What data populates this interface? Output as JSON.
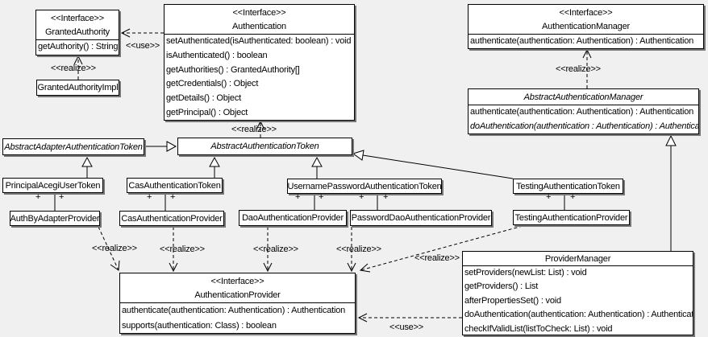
{
  "stereo": {
    "interface": "<<Interface>>",
    "use": "<<use>>",
    "realize": "<<realize>>",
    "plus": "+"
  },
  "classes": {
    "granted_authority": {
      "stereotype": "<<Interface>>",
      "name": "GrantedAuthority",
      "methods": [
        "getAuthority() : String"
      ]
    },
    "granted_authority_impl": {
      "name": "GrantedAuthorityImpl"
    },
    "authentication": {
      "stereotype": "<<Interface>>",
      "name": "Authentication",
      "methods": [
        "setAuthenticated(isAuthenticated: boolean) : void",
        "isAuthenticated() : boolean",
        "getAuthorities() : GrantedAuthority[]",
        "getCredentials() : Object",
        "getDetails() : Object",
        "getPrincipal() : Object"
      ]
    },
    "authentication_manager": {
      "stereotype": "<<Interface>>",
      "name": "AuthenticationManager",
      "methods": [
        "authenticate(authentication: Authentication) : Authentication"
      ]
    },
    "abstract_authentication_manager": {
      "name": "AbstractAuthenticationManager",
      "methods": [
        "authenticate(authentication: Authentication) : Authentication",
        "doAuthentication(authentication : Authentication) : Authentication"
      ]
    },
    "abstract_adapter_authentication_token": {
      "name": "AbstractAdapterAuthenticationToken"
    },
    "abstract_authentication_token": {
      "name": "AbstractAuthenticationToken"
    },
    "principal_acegi_user_token": {
      "name": "PrincipalAcegiUserToken"
    },
    "cas_authentication_token": {
      "name": "CasAuthenticationToken"
    },
    "username_password_authentication_token": {
      "name": "UsernamePasswordAuthenticationToken"
    },
    "testing_authentication_token": {
      "name": "TestingAuthenticationToken"
    },
    "auth_by_adapter_provider": {
      "name": "AuthByAdapterProvider"
    },
    "cas_authentication_provider": {
      "name": "CasAuthenticationProvider"
    },
    "dao_authentication_provider": {
      "name": "DaoAuthenticationProvider"
    },
    "password_dao_authentication_provider": {
      "name": "PasswordDaoAuthenticationProvider"
    },
    "testing_authentication_provider": {
      "name": "TestingAuthenticationProvider"
    },
    "authentication_provider": {
      "stereotype": "<<Interface>>",
      "name": "AuthenticationProvider",
      "methods": [
        "authenticate(authentication: Authentication) : Authentication",
        "supports(authentication: Class) : boolean"
      ]
    },
    "provider_manager": {
      "name": "ProviderManager",
      "methods": [
        "setProviders(newList: List) : void",
        "getProviders() : List",
        "afterPropertiesSet() : void",
        "doAuthentication(authentication: Authentication) : Authentication",
        "checkIfValidList(listToCheck: List) : void"
      ]
    }
  }
}
